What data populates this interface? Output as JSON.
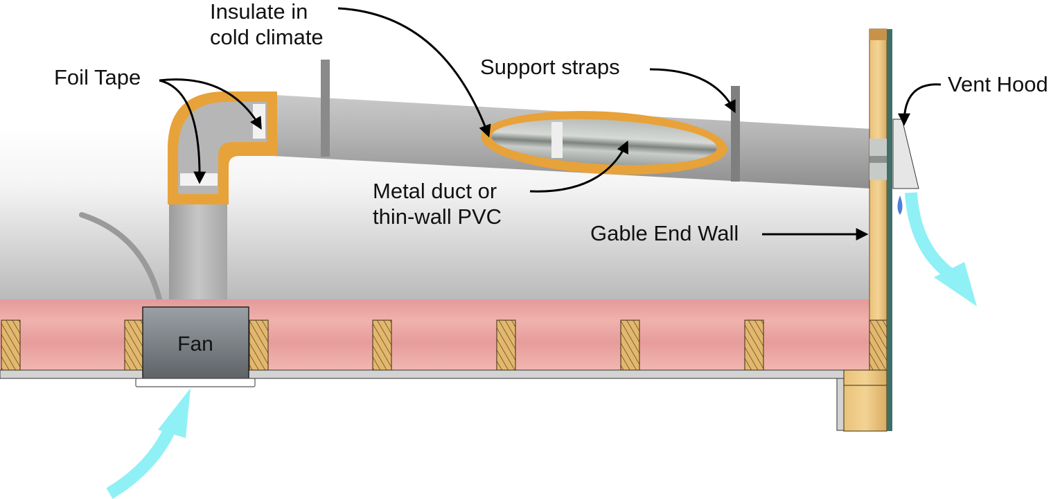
{
  "diagram": {
    "subject": "Bathroom exhaust fan ducted through attic to gable end wall",
    "labels": {
      "insulate": [
        "Insulate in",
        "cold climate"
      ],
      "foil_tape": "Foil Tape",
      "support_straps": "Support straps",
      "vent_hood": "Vent Hood",
      "metal_duct": [
        "Metal duct or",
        "thin-wall PVC"
      ],
      "gable_end_wall": "Gable End Wall",
      "fan": "Fan"
    },
    "colors": {
      "duct_gray": "#a8a8a8",
      "duct_light": "#cfcfcf",
      "foam_insulation": "#e8a23a",
      "batt_insulation": "#e8a0a0",
      "wood": "#e2b86e",
      "airflow": "#8ff0f5",
      "water_drop": "#4d7fd6",
      "siding": "#3f6f66",
      "ceiling": "#d3d3d3",
      "fan_housing": "#6e7378",
      "text": "#111111"
    },
    "joist_count": 8,
    "airflow_arrows": [
      "room-air-into-fan",
      "exhaust-out-of-vent-hood"
    ]
  }
}
